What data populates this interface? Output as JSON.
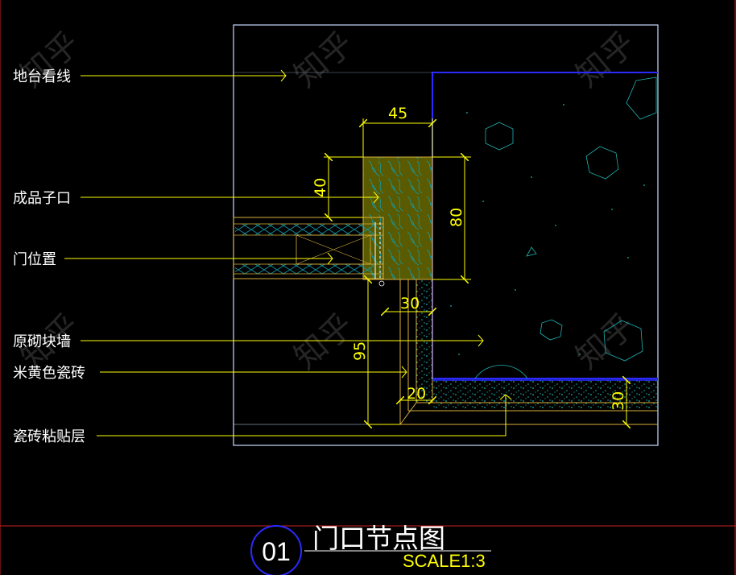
{
  "colors": {
    "background": "#000000",
    "frame_border": "#c8dcff",
    "masonry_outline": "#2a2aff",
    "dimension": "#ffff00",
    "callout_line": "#ffff00",
    "wood_fill": "#5a5a00",
    "wood_grain": "#0d9cb0",
    "tile_outline": "#d8b03c",
    "aggregate": "#1fb2b2",
    "title_rule": "#cc2222"
  },
  "labels": [
    {
      "id": "ground-sightline",
      "text": "地台看线"
    },
    {
      "id": "finished-door-trim",
      "text": "成品子口"
    },
    {
      "id": "door-position",
      "text": "门位置"
    },
    {
      "id": "masonry-wall",
      "text": "原砌块墙"
    },
    {
      "id": "beige-tile",
      "text": "米黄色瓷砖"
    },
    {
      "id": "tile-adhesive-layer",
      "text": "瓷砖粘贴层"
    }
  ],
  "dimensions": {
    "d45": "45",
    "d40": "40",
    "d80": "80",
    "d30_top": "30",
    "d95": "95",
    "d20": "20",
    "d30_side": "30"
  },
  "title_block": {
    "number": "01",
    "title": "门口节点图",
    "scale": "SCALE1:3"
  },
  "watermark": "知乎"
}
